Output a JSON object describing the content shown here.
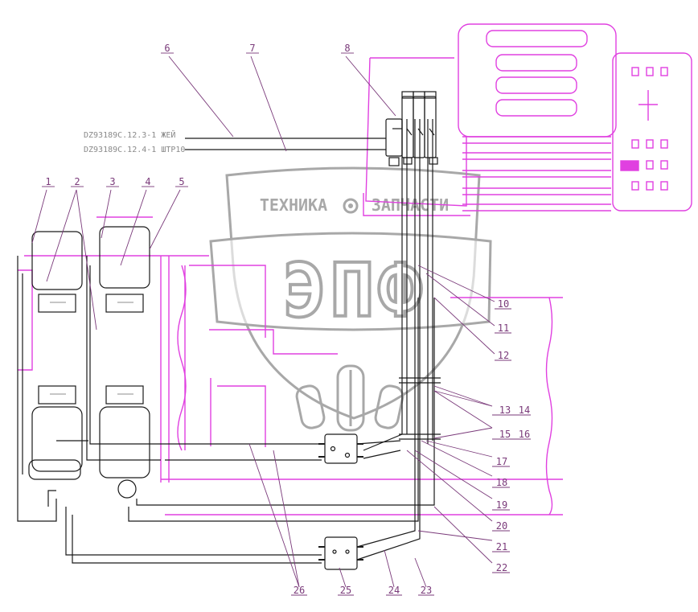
{
  "colors": {
    "line": "#1a1a1a",
    "magenta": "#e040e0",
    "callout": "#7a3a7a",
    "watermark": "#9a9a9a"
  },
  "watermark": {
    "top_left": "ТЕХНИКА",
    "top_right": "ЗАПЧАСТИ",
    "big": "ЭПФ",
    "gear_icon": "gear-icon"
  },
  "part_labels": {
    "l1": "DZ93189C.12.3-1 ЖЕЙ",
    "l2": "DZ93189C.12.4-1 ШТР10"
  },
  "callouts": [
    "1",
    "2",
    "3",
    "4",
    "5",
    "6",
    "7",
    "8",
    "10",
    "11",
    "12",
    "13",
    "14",
    "15",
    "16",
    "17",
    "18",
    "19",
    "20",
    "21",
    "22",
    "23",
    "24",
    "25",
    "26"
  ]
}
